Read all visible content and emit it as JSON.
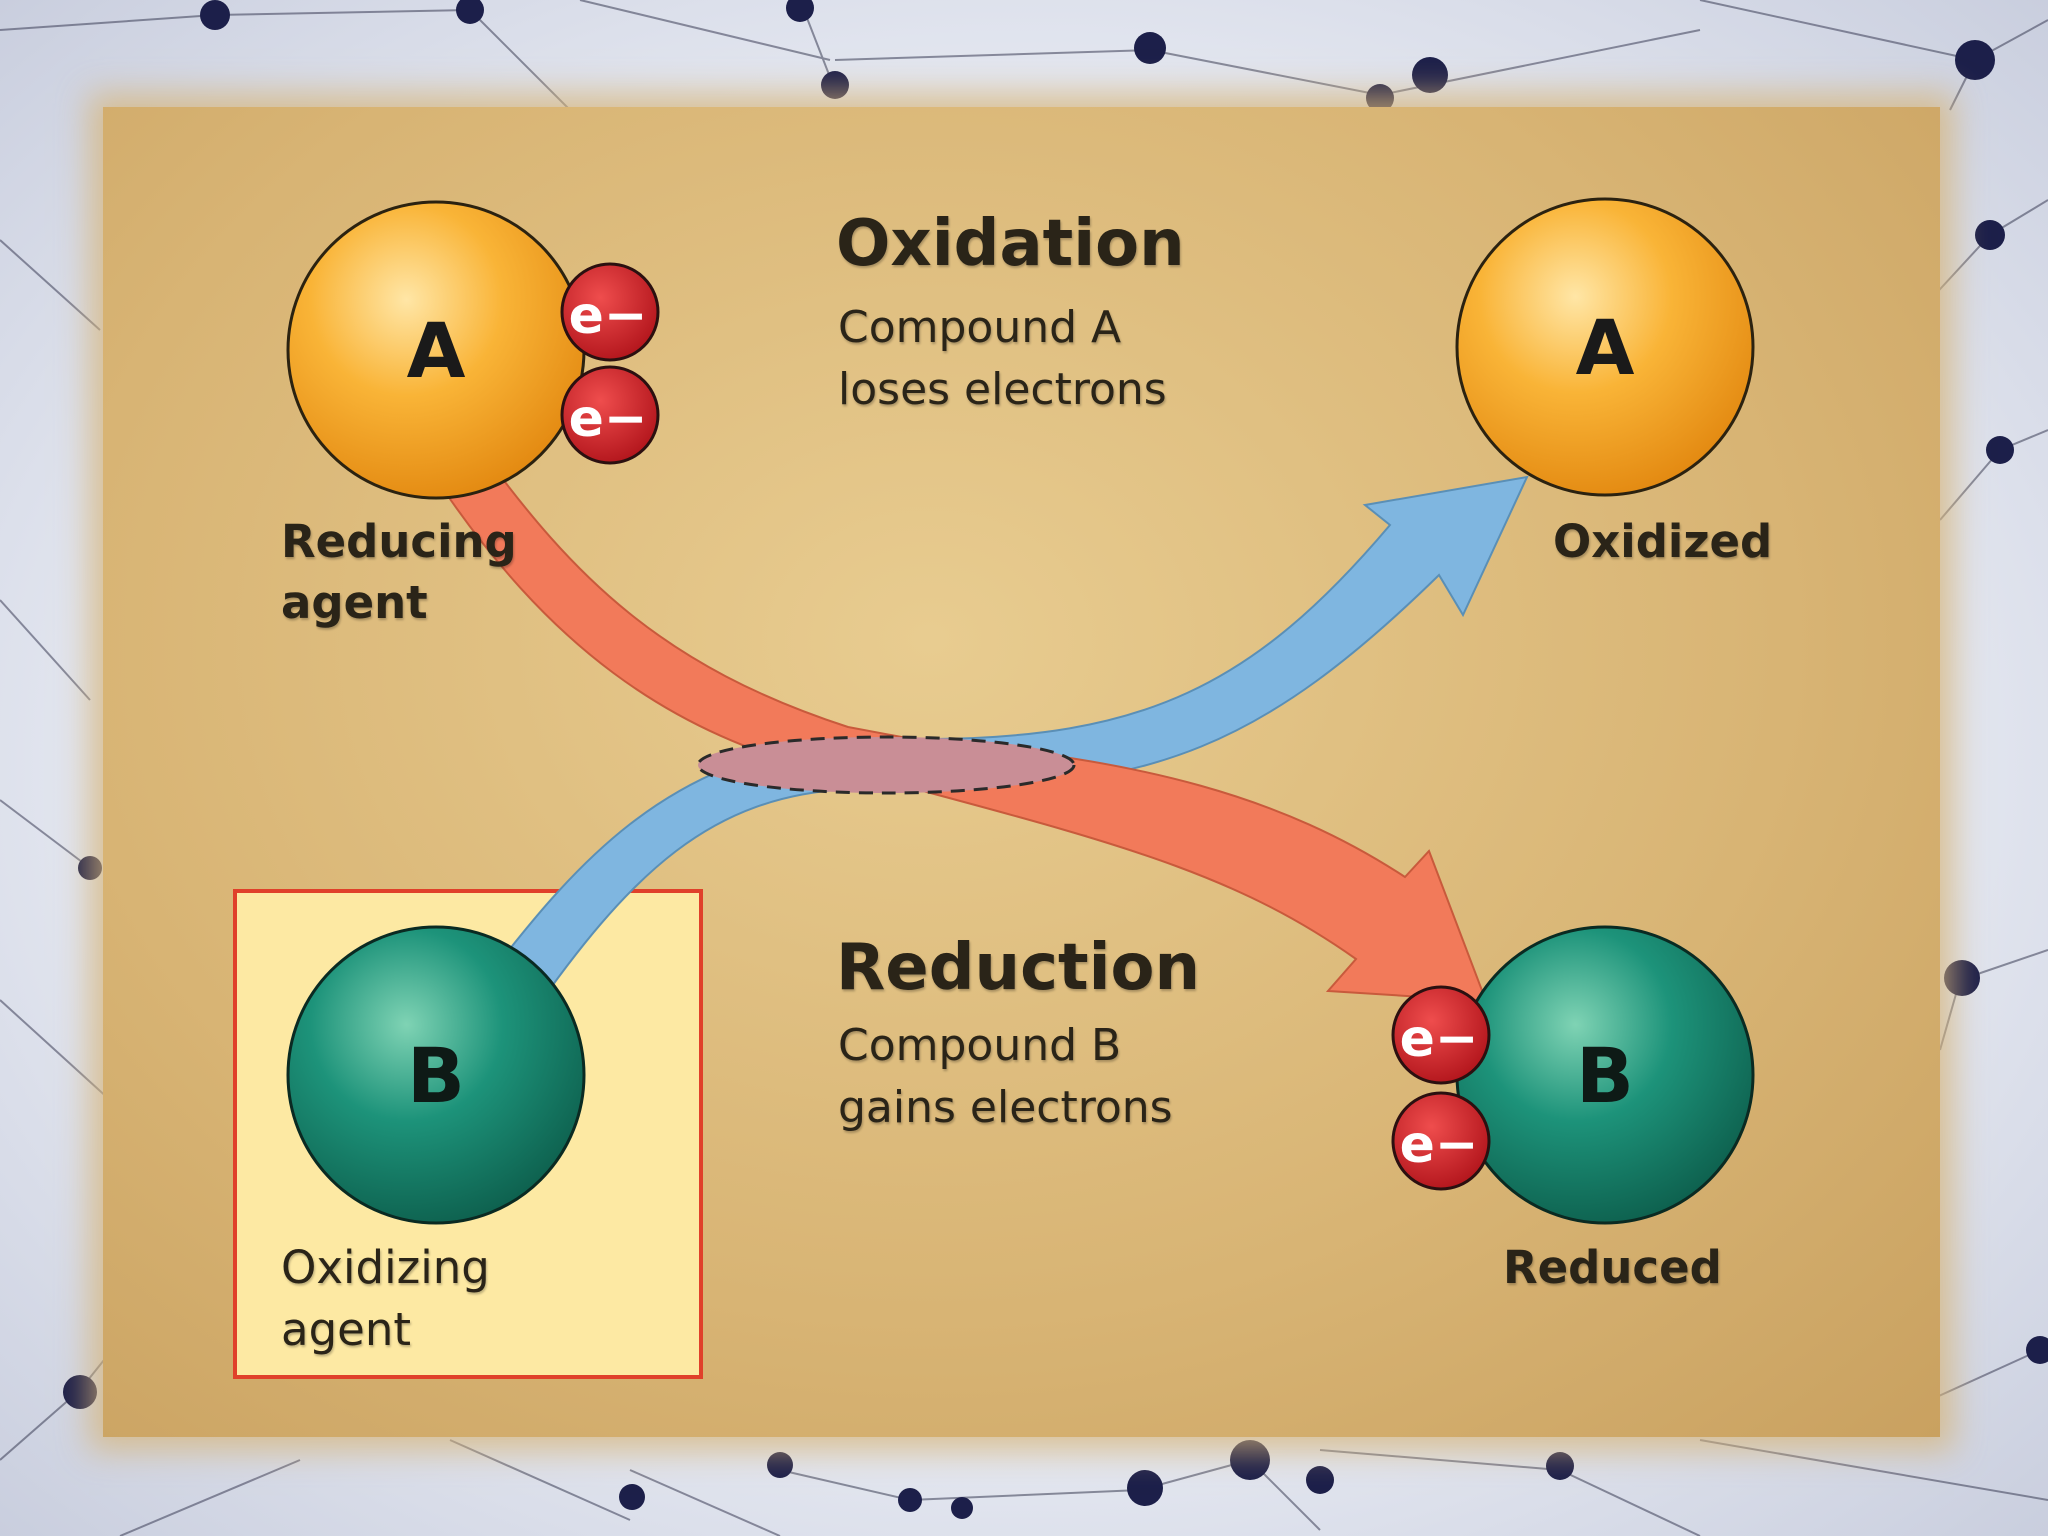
{
  "oxidation": {
    "heading": "Oxidation",
    "line1": "Compound A",
    "line2": "loses electrons"
  },
  "reduction": {
    "heading": "Reduction",
    "line1": "Compound B",
    "line2": "gains electrons"
  },
  "compounds": {
    "a_left": "A",
    "a_right": "A",
    "b_left": "B",
    "b_right": "B"
  },
  "electron_label": "e−",
  "labels": {
    "reducing_agent_1": "Reducing",
    "reducing_agent_2": "agent",
    "oxidized": "Oxidized",
    "oxidizing_agent_1": "Oxidizing",
    "oxidizing_agent_2": "agent",
    "reduced": "Reduced"
  },
  "colors": {
    "compound_a": "#f5a623",
    "compound_b": "#1b8c73",
    "electron": "#c81e24",
    "oxidation_arrow": "#f27a5a",
    "reduction_arrow": "#7fb6e0",
    "highlight_box": "#fde9a3",
    "highlight_border": "#e0402a"
  }
}
